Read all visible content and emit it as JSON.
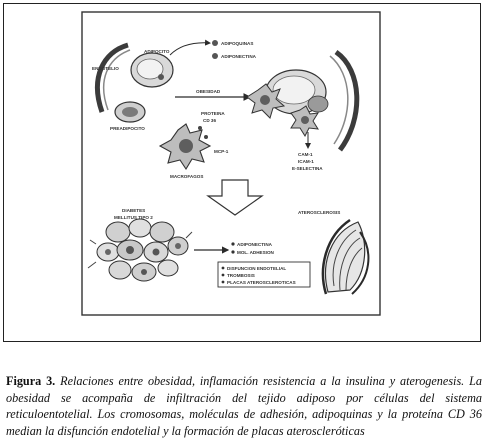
{
  "labels": {
    "adipocito": "ADIPOCITO",
    "adipoquinas": "ADIPOQUINAS",
    "adiponectina": "ADIPONECTINA",
    "endotelio": "ENDOTELIO",
    "obesidad": "OBESIDAD",
    "preadipocito": "PREADIPOCITO",
    "proteina": "PROTEINA",
    "cd36": "CD 36",
    "mcp1": "MCP-1",
    "macrofagos": "MACROFAGOS",
    "cam1": "CAM-1",
    "icam1": "ICAM-1",
    "eselectina": "E-SELECTINA",
    "diabetes_l1": "DIABETES",
    "diabetes_l2": "MELLITUS TIPO 2",
    "adiponectina2": "ADIPONECTINA",
    "adhesion": "MOL. ADHESION",
    "aterosclerosis": "ATEROSCLEROSIS",
    "disfuncion": "DISFUNCION ENDOTELIAL",
    "trombosis": "TROMBOSIS",
    "placas": "PLACAS ATEROSCLEROTICAS"
  },
  "caption": {
    "label": "Figura 3.",
    "text": " Relaciones entre obesidad, inflamación resistencia a la insulina y aterogenesis. La obesidad se acompaña de infiltración del tejido adiposo por células del sistema reticuloentotelial. Los cromosomas, moléculas de adhesión, adipoquinas y la proteína CD 36 median la disfunción endotelial y la formación de placas ateroscleróticas"
  },
  "colors": {
    "ink": "#2a2a2a",
    "cell_fill": "#d9d9d9",
    "nucleus": "#6e6e6e",
    "dark": "#3b3b3b"
  }
}
